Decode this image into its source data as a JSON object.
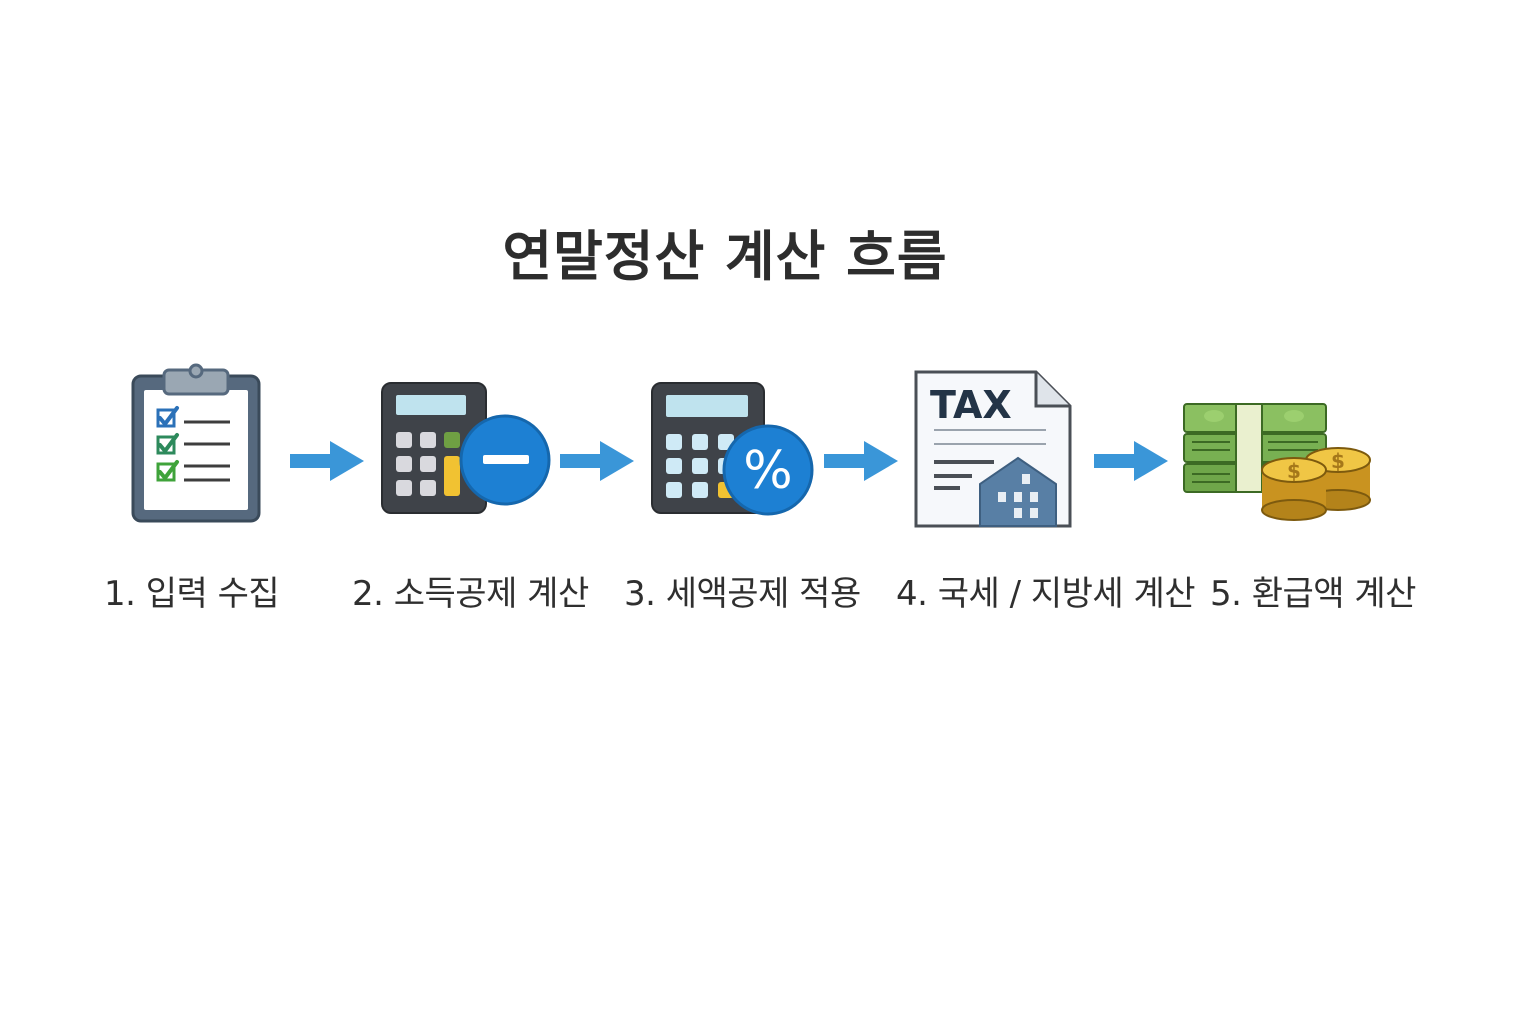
{
  "title": "연말정산 계산 흐름",
  "steps": [
    {
      "label": "1. 입력 수집",
      "icon": "clipboard-checklist-icon"
    },
    {
      "label": "2. 소득공제 계산",
      "icon": "calculator-minus-icon"
    },
    {
      "label": "3. 세액공제 적용",
      "icon": "calculator-percent-icon"
    },
    {
      "label": "4. 국세 / 지방세 계산",
      "icon": "tax-document-icon"
    },
    {
      "label": "5. 환급액 계산",
      "icon": "money-coins-icon"
    }
  ],
  "tax_doc_text": "TAX",
  "percent_symbol": "%",
  "colors": {
    "arrow": "#3a96d8",
    "title": "#2d2d2d",
    "clipboard_frame": "#52667c",
    "calculator_body": "#3f4349",
    "minus_badge": "#1d80d3",
    "percent_badge": "#1d80d3",
    "money_green": "#6fa64a",
    "coin_gold": "#d9a72a"
  }
}
